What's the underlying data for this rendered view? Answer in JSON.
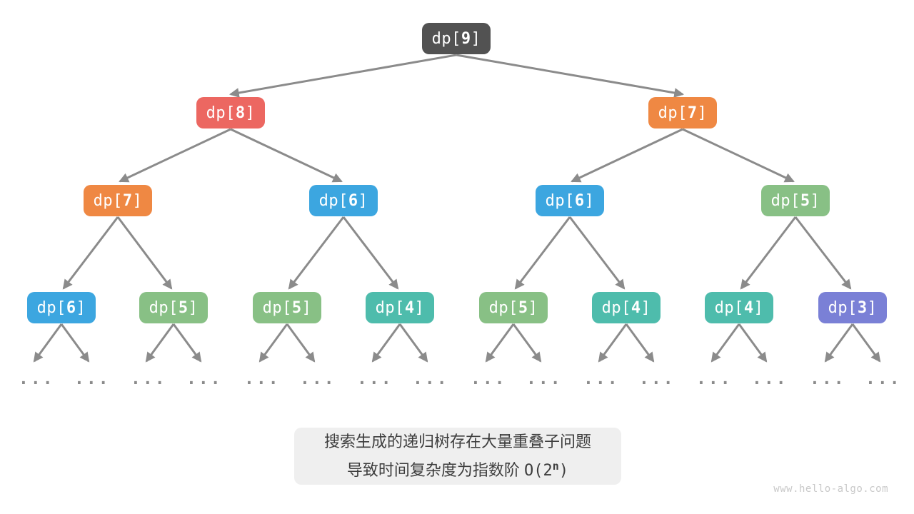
{
  "watermark": "www.hello-algo.com",
  "leaf_ellipsis": "...",
  "caption": {
    "line1": "搜索生成的递归树存在大量重叠子问题",
    "line2_text": "导致时间复杂度为指数阶 ",
    "formula_prefix": "O(2",
    "formula_sup": "n",
    "formula_suffix": ")"
  },
  "colors": {
    "root_gray": "#525252",
    "red": "#ec6761",
    "orange": "#ef8843",
    "blue": "#3ca6e0",
    "green": "#88c085",
    "teal": "#4ebcac",
    "purple": "#7a80d6",
    "arrow_gray": "#8b8b8b",
    "caption_bg": "#efefef",
    "caption_text": "#3d3d3d",
    "node_text": "#ffffff",
    "watermark_gray": "#c9c9c9"
  },
  "nodes": [
    {
      "prefix": "dp[",
      "value": "9",
      "suffix": "]",
      "color": "#525252"
    },
    {
      "prefix": "dp[",
      "value": "8",
      "suffix": "]",
      "color": "#ec6761"
    },
    {
      "prefix": "dp[",
      "value": "7",
      "suffix": "]",
      "color": "#ef8843"
    },
    {
      "prefix": "dp[",
      "value": "7",
      "suffix": "]",
      "color": "#ef8843"
    },
    {
      "prefix": "dp[",
      "value": "6",
      "suffix": "]",
      "color": "#3ca6e0"
    },
    {
      "prefix": "dp[",
      "value": "6",
      "suffix": "]",
      "color": "#3ca6e0"
    },
    {
      "prefix": "dp[",
      "value": "5",
      "suffix": "]",
      "color": "#88c085"
    },
    {
      "prefix": "dp[",
      "value": "6",
      "suffix": "]",
      "color": "#3ca6e0"
    },
    {
      "prefix": "dp[",
      "value": "5",
      "suffix": "]",
      "color": "#88c085"
    },
    {
      "prefix": "dp[",
      "value": "5",
      "suffix": "]",
      "color": "#88c085"
    },
    {
      "prefix": "dp[",
      "value": "4",
      "suffix": "]",
      "color": "#4ebcac"
    },
    {
      "prefix": "dp[",
      "value": "5",
      "suffix": "]",
      "color": "#88c085"
    },
    {
      "prefix": "dp[",
      "value": "4",
      "suffix": "]",
      "color": "#4ebcac"
    },
    {
      "prefix": "dp[",
      "value": "4",
      "suffix": "]",
      "color": "#4ebcac"
    },
    {
      "prefix": "dp[",
      "value": "3",
      "suffix": "]",
      "color": "#7a80d6"
    }
  ]
}
